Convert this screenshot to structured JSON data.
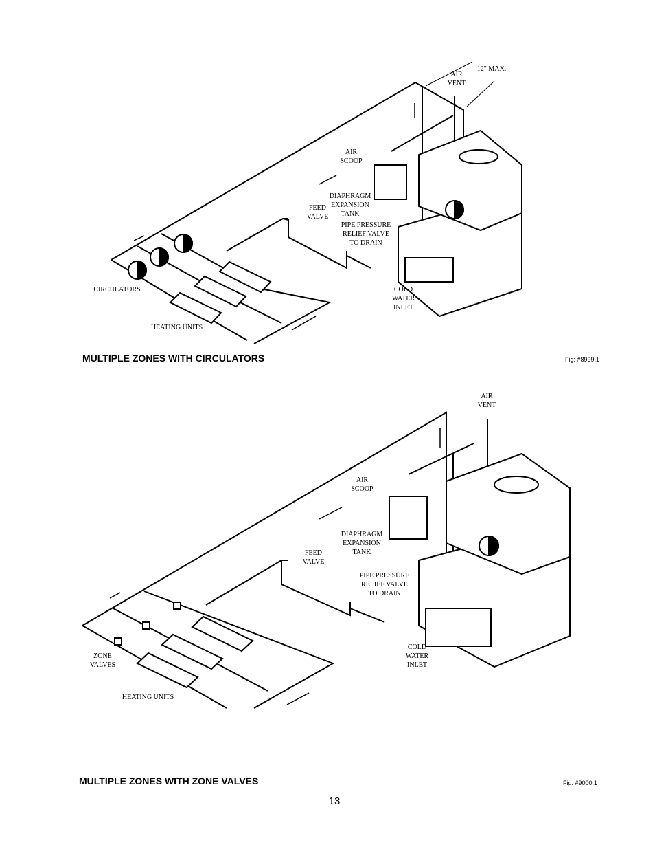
{
  "figure1": {
    "caption": "MULTIPLE ZONES WITH CIRCULATORS",
    "fig_number": "Fig: #8999.1",
    "labels": {
      "dimension": "12\" MAX.",
      "air_vent": "AIR\nVENT",
      "air_scoop": "AIR\nSCOOP",
      "expansion_tank": "DIAPHRAGM\nEXPANSION\nTANK",
      "feed_valve": "FEED\nVALVE",
      "relief_valve": "PIPE PRESSURE\nRELIEF VALVE\nTO DRAIN",
      "circulators": "CIRCULATORS",
      "cold_water_inlet": "COLD\nWATER\nINLET",
      "heating_units": "HEATING UNITS"
    }
  },
  "figure2": {
    "caption": "MULTIPLE ZONES WITH ZONE VALVES",
    "fig_number": "Fig. #9000.1",
    "labels": {
      "air_vent": "AIR\nVENT",
      "air_scoop": "AIR\nSCOOP",
      "expansion_tank": "DIAPHRAGM\nEXPANSION\nTANK",
      "feed_valve": "FEED\nVALVE",
      "relief_valve": "PIPE PRESSURE\nRELIEF VALVE\nTO DRAIN",
      "zone_valves": "ZONE\nVALVES",
      "cold_water_inlet": "COLD\nWATER\nINLET",
      "heating_units": "HEATING UNITS"
    }
  },
  "page_number": "13"
}
